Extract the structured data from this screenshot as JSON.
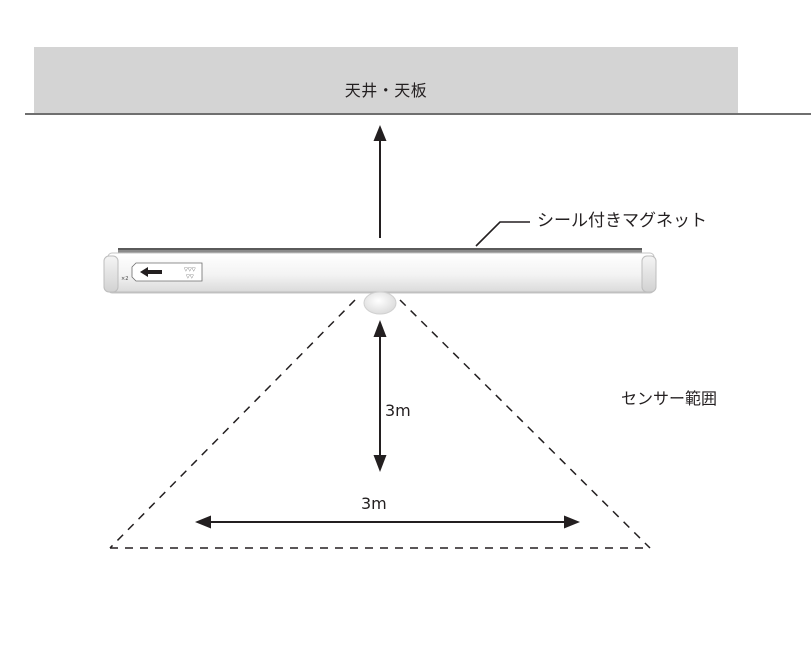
{
  "ceiling": {
    "label": "天井・天板",
    "fill_color": "#d4d4d4",
    "line_color": "#6f6f6f"
  },
  "device": {
    "name": "sensor-light-bar",
    "body_color": "#f2f2f2",
    "edge_color": "#b5b5b5",
    "magnet_strip_color": "#8a8a8a"
  },
  "labels": {
    "magnet": "シール付きマグネット",
    "sensor_range": "センサー範囲",
    "vertical_distance": "3m",
    "horizontal_distance": "3m"
  },
  "arrows": {
    "mount_direction": "up",
    "color": "#231f20"
  },
  "sensor_cone": {
    "style": "dashed",
    "color": "#231f20"
  }
}
